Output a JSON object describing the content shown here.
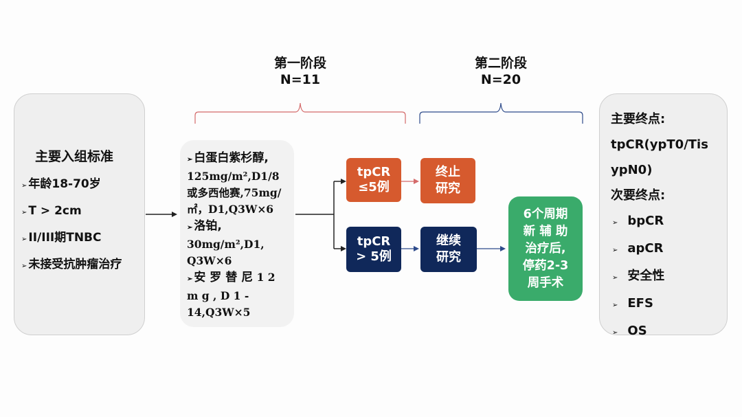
{
  "phases": [
    {
      "name": "第一阶段",
      "n": "N=11"
    },
    {
      "name": "第二阶段",
      "n": "N=20"
    }
  ],
  "inclusion": {
    "title": "主要入组标准",
    "items": [
      "年龄18-70岁",
      "T > 2cm",
      "II/III期TNBC",
      "未接受抗肿瘤治疗"
    ]
  },
  "regimen": {
    "drug1_name": "白蛋白紫杉醇,",
    "drug1_dose": "125mg/m²,D1/8或多西他赛,75mg/㎡，D1,Q3W×6",
    "drug2_name": "洛铂,",
    "drug2_dose": "30mg/m²,D1, Q3W×6",
    "drug3_name": "安 罗 替 尼",
    "drug3_dose": "1 2 m g , D 1 - 14,Q3W×5"
  },
  "branches": [
    {
      "cond_line1": "tpCR",
      "cond_line2": "≤5例",
      "action_line1": "终止",
      "action_line2": "研究",
      "color": "#d65a2e"
    },
    {
      "cond_line1": "tpCR",
      "cond_line2": "> 5例",
      "action_line1": "继续",
      "action_line2": "研究",
      "color": "#10285a"
    }
  ],
  "surgery": {
    "line1": "6个周期",
    "line2": "新 辅 助",
    "line3": "治疗后,",
    "line4": "停药2-3",
    "line5": "周手术",
    "color": "#3aab6b"
  },
  "endpoints": {
    "primary_title": "主要终点:",
    "primary_line1": "tpCR(ypT0/Tis",
    "primary_line2": "ypN0)",
    "secondary_title": "次要终点:",
    "secondary": [
      "bpCR",
      "apCR",
      "安全性",
      "EFS",
      "OS"
    ]
  }
}
